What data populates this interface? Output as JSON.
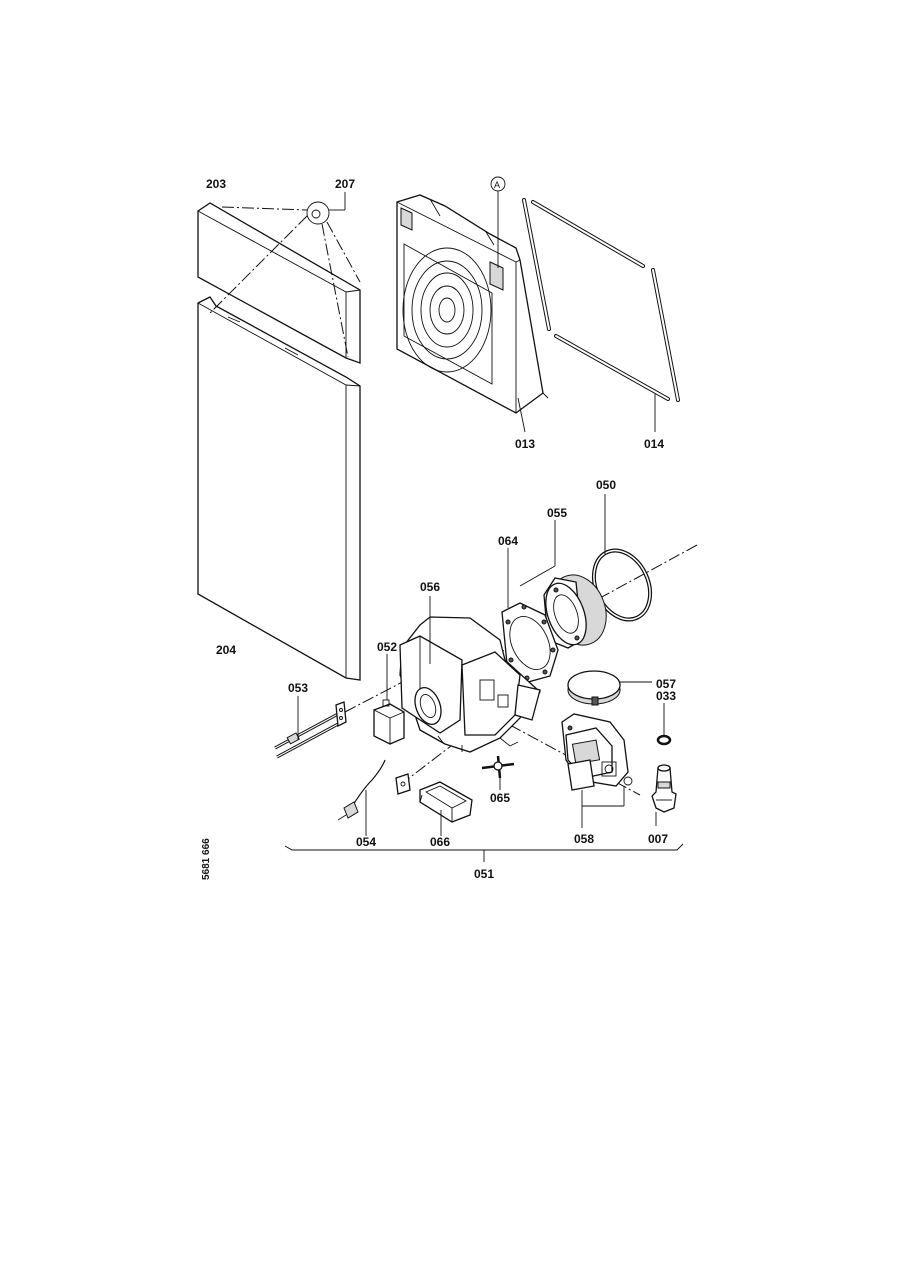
{
  "labels": {
    "p203": "203",
    "p207": "207",
    "pA": "A",
    "p013": "013",
    "p014": "014",
    "p204": "204",
    "p050": "050",
    "p055": "055",
    "p064": "064",
    "p056": "056",
    "p052": "052",
    "p053": "053",
    "p057": "057",
    "p033": "033",
    "p065": "065",
    "p054": "054",
    "p066": "066",
    "p058": "058",
    "p007": "007",
    "p051": "051"
  },
  "drawing_number": "5681 666"
}
